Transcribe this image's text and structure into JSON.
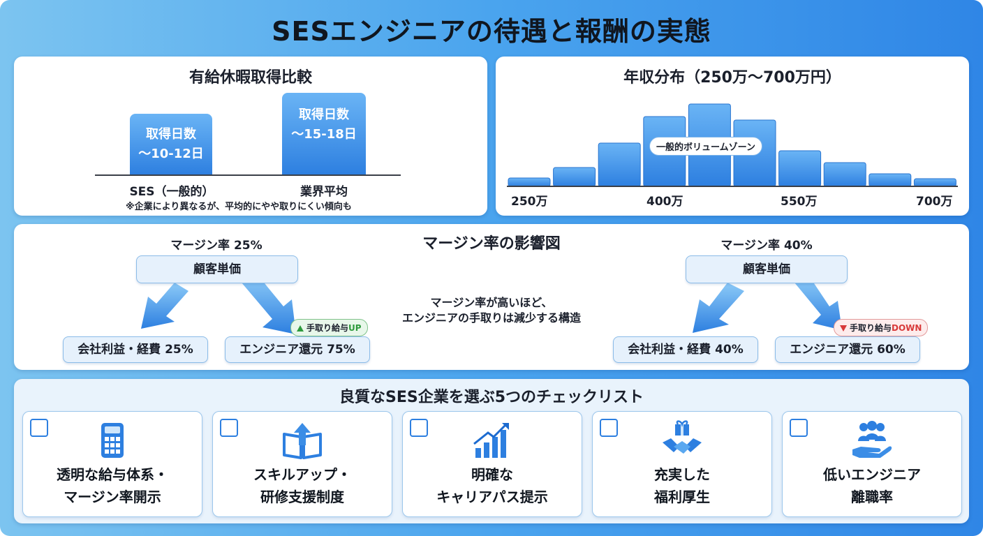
{
  "title": "SESエンジニアの待遇と報酬の実態",
  "leave": {
    "title": "有給休暇取得比較",
    "bars": [
      {
        "line1": "取得日数",
        "line2": "〜10-12日",
        "label": "SES（一般的）"
      },
      {
        "line1": "取得日数",
        "line2": "〜15-18日",
        "label": "業界平均"
      }
    ],
    "note": "※企業により異なるが、平均的にやや取りにくい傾向も"
  },
  "income": {
    "title": "年収分布（250万〜700万円）",
    "badge": "一般的ボリュームゾーン",
    "tick_labels": [
      "250万",
      "400万",
      "550万",
      "700万"
    ]
  },
  "chart_data": {
    "type": "bar",
    "title": "年収分布（250万〜700万円）",
    "x_ticks": [
      "250万",
      "400万",
      "550万",
      "700万"
    ],
    "values": [
      12,
      27,
      62,
      100,
      118,
      95,
      51,
      34,
      18,
      11
    ],
    "annotation": "一般的ボリュームゾーン",
    "grid": false
  },
  "margin": {
    "title": "マージン率の影響図",
    "left": {
      "rate": "マージン率 25%",
      "top": "顧客単価",
      "company": "会社利益・経費 25%",
      "engineer": "エンジニア還元 75%",
      "badge_prefix": "手取り給与",
      "badge_status": "UP"
    },
    "right": {
      "rate": "マージン率 40%",
      "top": "顧客単価",
      "company": "会社利益・経費 40%",
      "engineer": "エンジニア還元 60%",
      "badge_prefix": "手取り給与",
      "badge_status": "DOWN"
    },
    "note_line1": "マージン率が高いほど、",
    "note_line2": "エンジニアの手取りは減少する構造"
  },
  "checklist": {
    "title": "良質なSES企業を選ぶ5つのチェックリスト",
    "items": [
      {
        "line1": "透明な給与体系・",
        "line2": "マージン率開示",
        "icon": "calculator-icon"
      },
      {
        "line1": "スキルアップ・",
        "line2": "研修支援制度",
        "icon": "book-upload-icon"
      },
      {
        "line1": "明確な",
        "line2": "キャリアパス提示",
        "icon": "growth-chart-icon"
      },
      {
        "line1": "充実した",
        "line2": "福利厚生",
        "icon": "gift-handshake-icon"
      },
      {
        "line1": "低いエンジニア",
        "line2": "離職率",
        "icon": "team-care-icon"
      }
    ]
  },
  "colors": {
    "accent": "#2d7fe0",
    "up": "#2e9a3c",
    "down": "#d83a3a"
  }
}
